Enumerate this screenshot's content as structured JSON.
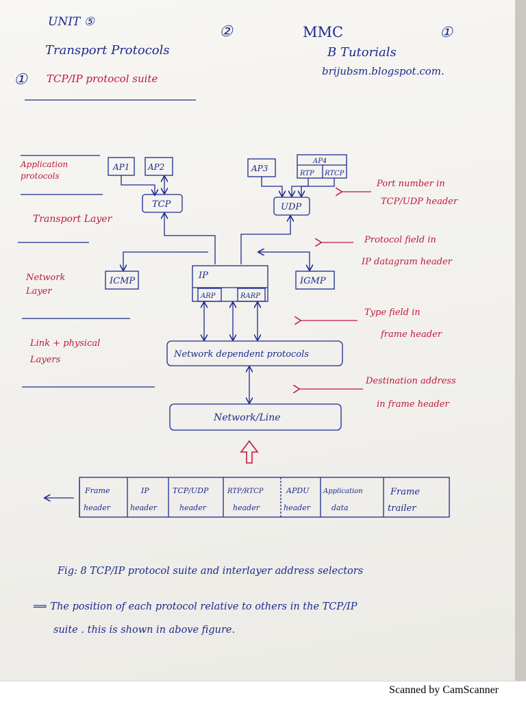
{
  "header": {
    "unit": "UNIT ⑤",
    "page_mark": "②",
    "subject": "MMC",
    "page_number": "①",
    "chapter": "Transport Protocols",
    "brand": "B Tutorials",
    "blog": "brijubsm.blogspot.com.",
    "section_number": "①",
    "section_title": "TCP/IP protocol suite"
  },
  "layers": {
    "application": "Application protocols",
    "transport": "Transport Layer",
    "network": "Network Layer",
    "link": "Link + physical Layers"
  },
  "boxes": {
    "ap1": "AP1",
    "ap2": "AP2",
    "ap3": "AP3",
    "ap4": "AP4",
    "rtp": "RTP",
    "rtcp": "RTCP",
    "tcp": "TCP",
    "udp": "UDP",
    "icmp": "ICMP",
    "ip": "IP",
    "igmp": "IGMP",
    "arp": "ARP",
    "rarp": "RARP",
    "netdep": "Network dependent protocols",
    "netline": "Network/Line"
  },
  "annotations": {
    "port": [
      "Port number in",
      "TCP/UDP header"
    ],
    "protocol": [
      "Protocol field in",
      "IP datagram header"
    ],
    "type": [
      "Type field in",
      "frame header"
    ],
    "dest": [
      "Destination address",
      "in frame header"
    ]
  },
  "frame_cells": [
    [
      "Frame",
      "header"
    ],
    [
      "IP",
      "header"
    ],
    [
      "TCP/UDP",
      "header"
    ],
    [
      "RTP/RTCP",
      "header"
    ],
    [
      "APDU",
      "header"
    ],
    [
      "Application",
      "data"
    ],
    [
      "Frame",
      "trailer"
    ]
  ],
  "caption": "Fig: 8 TCP/IP protocol suite and interlayer address selectors",
  "note_lines": [
    "⟹ The position of each protocol relative to others in the TCP/IP",
    "suite . this is shown in above figure."
  ],
  "footer": "Scanned by CamScanner",
  "colors": {
    "ink": "#1b2a8f",
    "red": "#c2163d",
    "paper": "#f4f3ef"
  }
}
